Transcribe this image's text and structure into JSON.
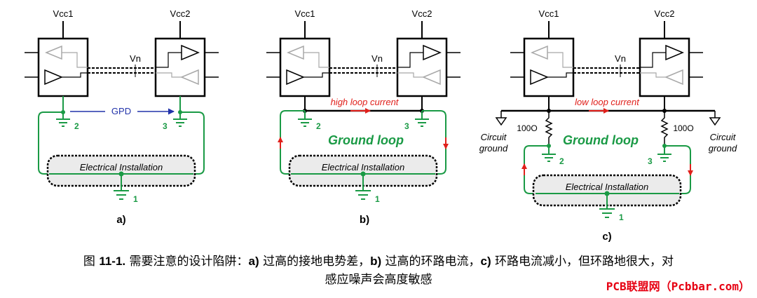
{
  "colors": {
    "green": "#1a9a45",
    "red": "#e0201b",
    "blue": "#2233aa",
    "gray": "#a8a8a8",
    "black": "#000000"
  },
  "panels": {
    "a": {
      "vcc1": "Vcc1",
      "vcc2": "Vcc2",
      "vn": "Vn",
      "gpd": "GPD",
      "node2": "2",
      "node3": "3",
      "node1": "1",
      "installation": "Electrical Installation",
      "label": "a)"
    },
    "b": {
      "vcc1": "Vcc1",
      "vcc2": "Vcc2",
      "vn": "Vn",
      "current": "high loop current",
      "ground_loop": "Ground loop",
      "node2": "2",
      "node3": "3",
      "node1": "1",
      "installation": "Electrical Installation",
      "label": "b)"
    },
    "c": {
      "vcc1": "Vcc1",
      "vcc2": "Vcc2",
      "vn": "Vn",
      "current": "low loop current",
      "ground_loop": "Ground loop",
      "res_left": "100O",
      "res_right": "100O",
      "circuit_ground_left_1": "Circuit",
      "circuit_ground_left_2": "ground",
      "circuit_ground_right_1": "Circuit",
      "circuit_ground_right_2": "ground",
      "node2": "2",
      "node3": "3",
      "node1": "1",
      "installation": "Electrical Installation",
      "label": "c)"
    }
  },
  "caption": {
    "prefix": "图 ",
    "number": "11-1.",
    "text1": " 需要注意的设计陷阱：",
    "a_mark": "a)",
    "text2": " 过高的接地电势差，",
    "b_mark": "b)",
    "text3": " 过高的环路电流，",
    "c_mark": "c)",
    "text4": " 环路电流减小，但环路地很大，对",
    "line2": "感应噪声会高度敏感"
  },
  "watermark": "PCB联盟网（Pcbbar.com）"
}
